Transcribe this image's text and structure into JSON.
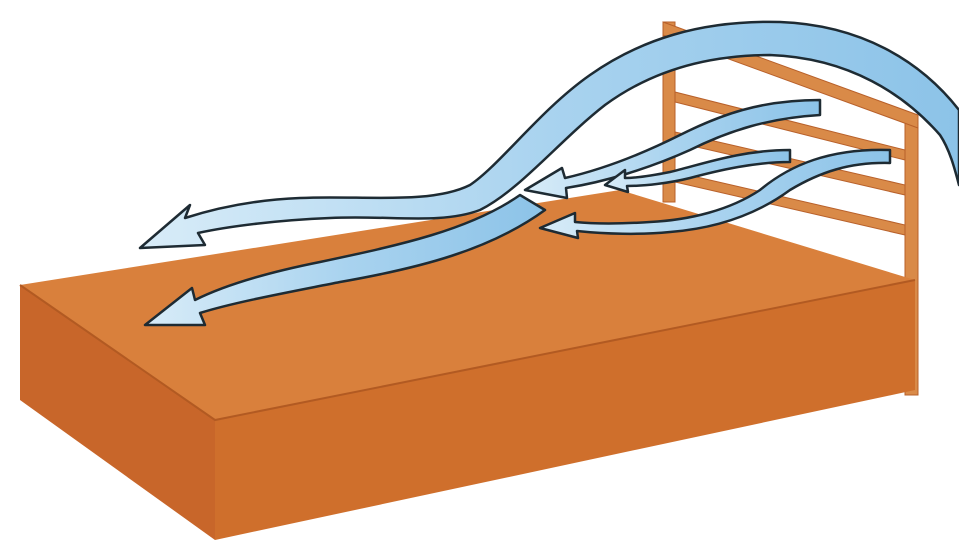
{
  "colors": {
    "background": "#ffffff",
    "mattress_top": "#d9803c",
    "mattress_front": "#cf6f2c",
    "mattress_side": "#c8662a",
    "headboard": "#d98a48",
    "headboard_shadow": "#c46a2c",
    "airflow_fill": "#a9d3ef",
    "airflow_light": "#d8ecf8",
    "airflow_outline": "#1e2b33"
  },
  "diagram": {
    "subject": "bed",
    "parts": [
      "mattress",
      "headboard",
      "airflow-arrows"
    ],
    "airflow_arrow_count": 5
  }
}
